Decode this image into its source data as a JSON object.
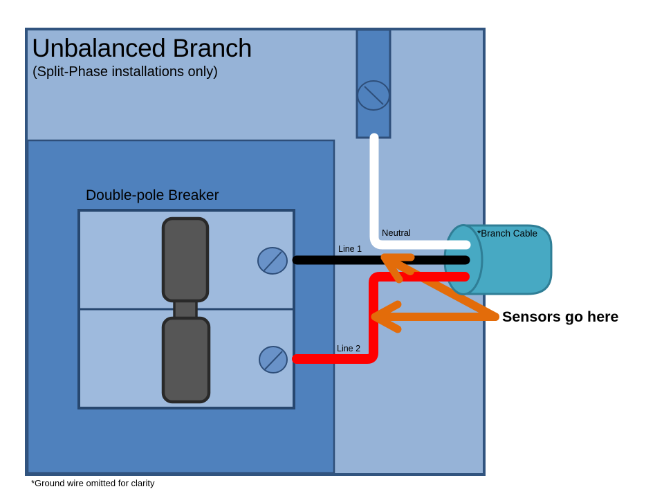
{
  "labels": {
    "title": "Unbalanced Branch",
    "subtitle": "(Split-Phase installations only)",
    "breaker": "Double-pole Breaker",
    "neutral": "Neutral",
    "line1": "Line 1",
    "line2": "Line 2",
    "branch_cable": "*Branch Cable",
    "sensors": "Sensors go here",
    "footnote": "*Ground wire omitted for clarity"
  },
  "colors": {
    "background": "#ffffff",
    "panel_light": "#96B3D7",
    "panel_border": "#31547F",
    "panel_dark": "#4F81BD",
    "panel_dark_border": "#2E4E79",
    "breaker_fill": "#9EBADD",
    "breaker_border": "#27476F",
    "toggle_gray": "#565656",
    "toggle_border": "#292929",
    "screw_fill": "#6992C8",
    "screw_border": "#2E4E79",
    "cylinder_fill": "#47A9C3",
    "cylinder_border": "#2F7E96",
    "wire_white": "#FFFFFF",
    "wire_black": "#000000",
    "wire_red": "#FF0000",
    "arrow_orange": "#E36C0A",
    "text": "#000000"
  }
}
